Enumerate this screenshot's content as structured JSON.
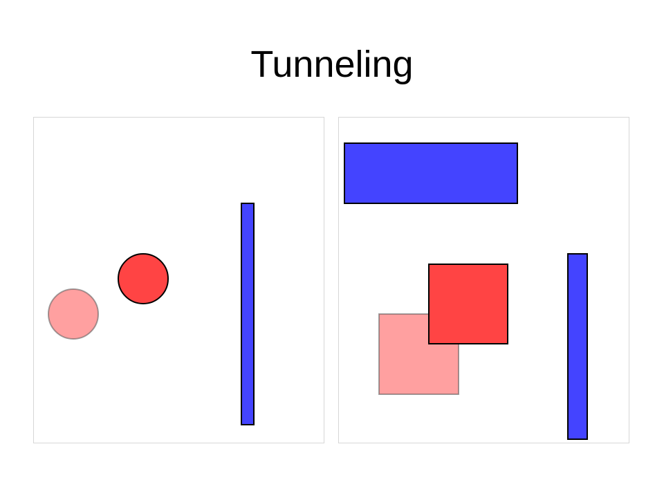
{
  "slide": {
    "title": "Tunneling"
  },
  "colors": {
    "moving_object": "#ff4444",
    "ghost_object": "#ffa0a0",
    "wall": "#4444ff",
    "outline": "#000000",
    "panel_border": "#d6d6d6"
  },
  "panels": [
    {
      "name": "circle-example",
      "objects": [
        "ghost-circle",
        "moving-circle",
        "thin-wall"
      ]
    },
    {
      "name": "box-example",
      "objects": [
        "top-wide-block",
        "ghost-box",
        "moving-box",
        "right-thin-wall"
      ]
    }
  ]
}
